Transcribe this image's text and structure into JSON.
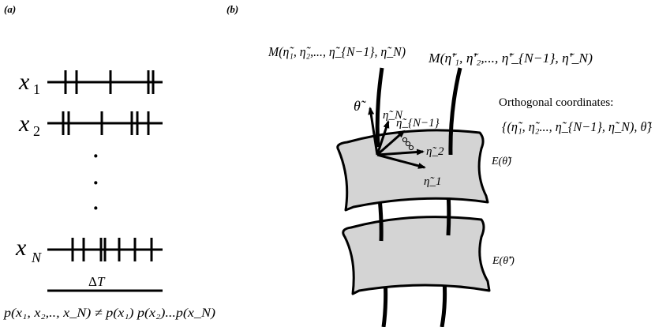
{
  "panel_a": {
    "label": "(a)",
    "rows": [
      {
        "var": "x",
        "sub": "1",
        "spikes": [
          83,
          97,
          140,
          188,
          194
        ]
      },
      {
        "var": "x",
        "sub": "2",
        "spikes": [
          80,
          87,
          129,
          167,
          174,
          188
        ]
      },
      {
        "var": "x",
        "sub": "N",
        "spikes": [
          92,
          106,
          128,
          133,
          151,
          171,
          192
        ]
      }
    ],
    "ellipsis_dots": [
      "·",
      "·",
      "·"
    ],
    "delta_t": {
      "symbol": "Δ",
      "var": "T"
    },
    "formula": "p(x₁, x₂,.., x_N) ≠ p(x₁) p(x₂)...p(x_N)"
  },
  "panel_b": {
    "label": "(b)",
    "manifold_1": "M(η̃₁, η̃₂,..., η̃_{N−1}, η̃_N)",
    "manifold_2": "M(η̃'₁, η̃'₂,..., η̃'_{N−1}, η̃'_N)",
    "orthogonal_title": "Orthogonal coordinates:",
    "orthogonal_set": "{(η̃₁, η̃₂..., η̃_{N−1}, η̃_N), θ̃}",
    "surface_1_label": "E(θ̃)",
    "surface_2_label": "E(θ̃')",
    "vector_labels": {
      "theta": "θ̃",
      "eta_N": "η̃_N",
      "eta_N_minus_1": "η̃_{N−1}",
      "eta_2": "η̃_2",
      "eta_1": "η̃_1"
    },
    "colors": {
      "surface_fill": "#d4d4d4",
      "stroke": "#000000"
    }
  }
}
